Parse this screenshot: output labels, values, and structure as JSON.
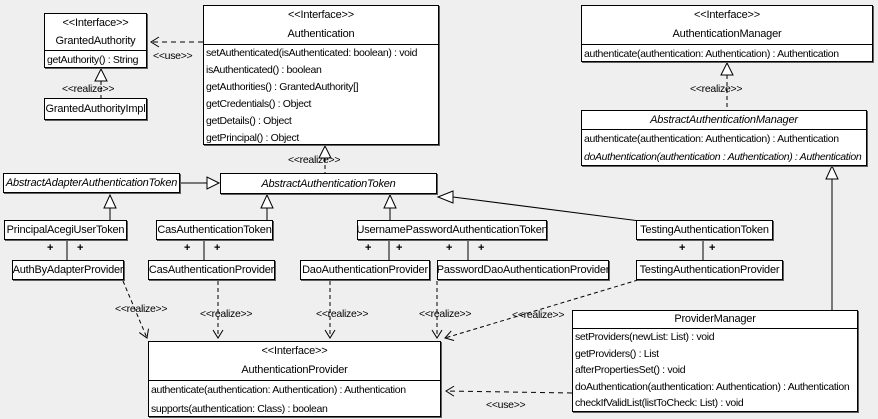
{
  "labels": {
    "use": "<<use>>",
    "realize": "<<realize>>",
    "plus": "+"
  },
  "classes": {
    "granted_authority": {
      "stereotype": "<<Interface>>",
      "name": "GrantedAuthority",
      "methods": [
        "getAuthority() : String"
      ]
    },
    "granted_authority_impl": {
      "name": "GrantedAuthorityImpl"
    },
    "authentication": {
      "stereotype": "<<Interface>>",
      "name": "Authentication",
      "methods": [
        "setAuthenticated(isAuthenticated: boolean) : void",
        "isAuthenticated() : boolean",
        "getAuthorities() : GrantedAuthority[]",
        "getCredentials() : Object",
        "getDetails() : Object",
        "getPrincipal() : Object"
      ]
    },
    "authentication_manager": {
      "stereotype": "<<Interface>>",
      "name": "AuthenticationManager",
      "methods": [
        "authenticate(authentication: Authentication) : Authentication"
      ]
    },
    "abstract_authentication_manager": {
      "name": "AbstractAuthenticationManager",
      "methods": [
        "authenticate(authentication: Authentication) : Authentication",
        "doAuthentication(authentication : Authentication) : Authentication"
      ]
    },
    "abstract_adapter_authentication_token": {
      "name": "AbstractAdapterAuthenticationToken"
    },
    "abstract_authentication_token": {
      "name": "AbstractAuthenticationToken"
    },
    "principal_acegi_user_token": {
      "name": "PrincipalAcegiUserToken"
    },
    "cas_authentication_token": {
      "name": "CasAuthenticationToken"
    },
    "username_password_authentication_token": {
      "name": "UsernamePasswordAuthenticationToken"
    },
    "testing_authentication_token": {
      "name": "TestingAuthenticationToken"
    },
    "auth_by_adapter_provider": {
      "name": "AuthByAdapterProvider"
    },
    "cas_authentication_provider": {
      "name": "CasAuthenticationProvider"
    },
    "dao_authentication_provider": {
      "name": "DaoAuthenticationProvider"
    },
    "password_dao_authentication_provider": {
      "name": "PasswordDaoAuthenticationProvider"
    },
    "testing_authentication_provider": {
      "name": "TestingAuthenticationProvider"
    },
    "authentication_provider": {
      "stereotype": "<<Interface>>",
      "name": "AuthenticationProvider",
      "methods": [
        "authenticate(authentication: Authentication) : Authentication",
        "supports(authentication: Class) : boolean"
      ]
    },
    "provider_manager": {
      "name": "ProviderManager",
      "methods": [
        "setProviders(newList: List) : void",
        "getProviders() : List",
        "afterPropertiesSet() : void",
        "doAuthentication(authentication: Authentication) : Authentication",
        "checkIfValidList(listToCheck: List) : void"
      ]
    }
  }
}
